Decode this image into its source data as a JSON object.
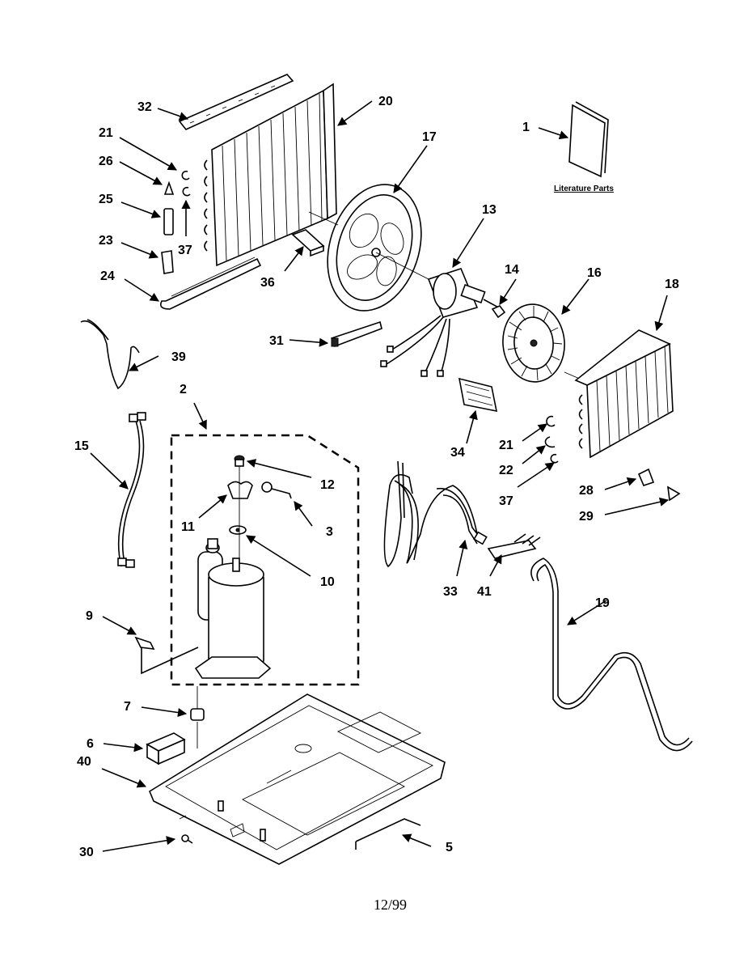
{
  "literature_label": "Literature Parts",
  "date_code": "12/99",
  "callouts": [
    {
      "id": "c1",
      "text": "1"
    },
    {
      "id": "c2",
      "text": "2"
    },
    {
      "id": "c3",
      "text": "3"
    },
    {
      "id": "c5",
      "text": "5"
    },
    {
      "id": "c6",
      "text": "6"
    },
    {
      "id": "c7",
      "text": "7"
    },
    {
      "id": "c9",
      "text": "9"
    },
    {
      "id": "c10",
      "text": "10"
    },
    {
      "id": "c11",
      "text": "11"
    },
    {
      "id": "c12",
      "text": "12"
    },
    {
      "id": "c13",
      "text": "13"
    },
    {
      "id": "c14",
      "text": "14"
    },
    {
      "id": "c15",
      "text": "15"
    },
    {
      "id": "c16",
      "text": "16"
    },
    {
      "id": "c17",
      "text": "17"
    },
    {
      "id": "c18",
      "text": "18"
    },
    {
      "id": "c19",
      "text": "19"
    },
    {
      "id": "c20",
      "text": "20"
    },
    {
      "id": "c21a",
      "text": "21"
    },
    {
      "id": "c21b",
      "text": "21"
    },
    {
      "id": "c22",
      "text": "22"
    },
    {
      "id": "c23",
      "text": "23"
    },
    {
      "id": "c24",
      "text": "24"
    },
    {
      "id": "c25",
      "text": "25"
    },
    {
      "id": "c26",
      "text": "26"
    },
    {
      "id": "c28",
      "text": "28"
    },
    {
      "id": "c29",
      "text": "29"
    },
    {
      "id": "c30",
      "text": "30"
    },
    {
      "id": "c31",
      "text": "31"
    },
    {
      "id": "c32",
      "text": "32"
    },
    {
      "id": "c33",
      "text": "33"
    },
    {
      "id": "c34",
      "text": "34"
    },
    {
      "id": "c36",
      "text": "36"
    },
    {
      "id": "c37a",
      "text": "37"
    },
    {
      "id": "c37b",
      "text": "37"
    },
    {
      "id": "c39",
      "text": "39"
    },
    {
      "id": "c40",
      "text": "40"
    },
    {
      "id": "c41",
      "text": "41"
    }
  ]
}
